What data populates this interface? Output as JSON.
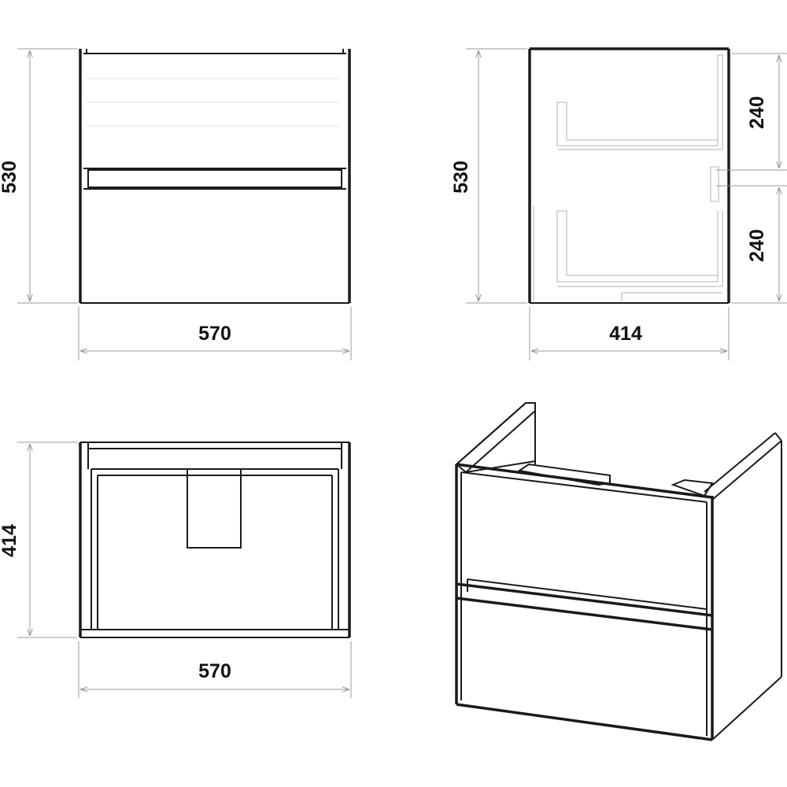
{
  "views": {
    "front": {
      "height_label": "530",
      "width_label": "570"
    },
    "side": {
      "height_label": "530",
      "depth_label": "414",
      "upper_drawer_label": "240",
      "lower_drawer_label": "240"
    },
    "top": {
      "depth_label": "414",
      "width_label": "570"
    },
    "isometric": {}
  },
  "colors": {
    "outline": "#1a1a1a",
    "dimension_line": "#9a9a9a",
    "hidden_detail": "#b0b0b0"
  }
}
